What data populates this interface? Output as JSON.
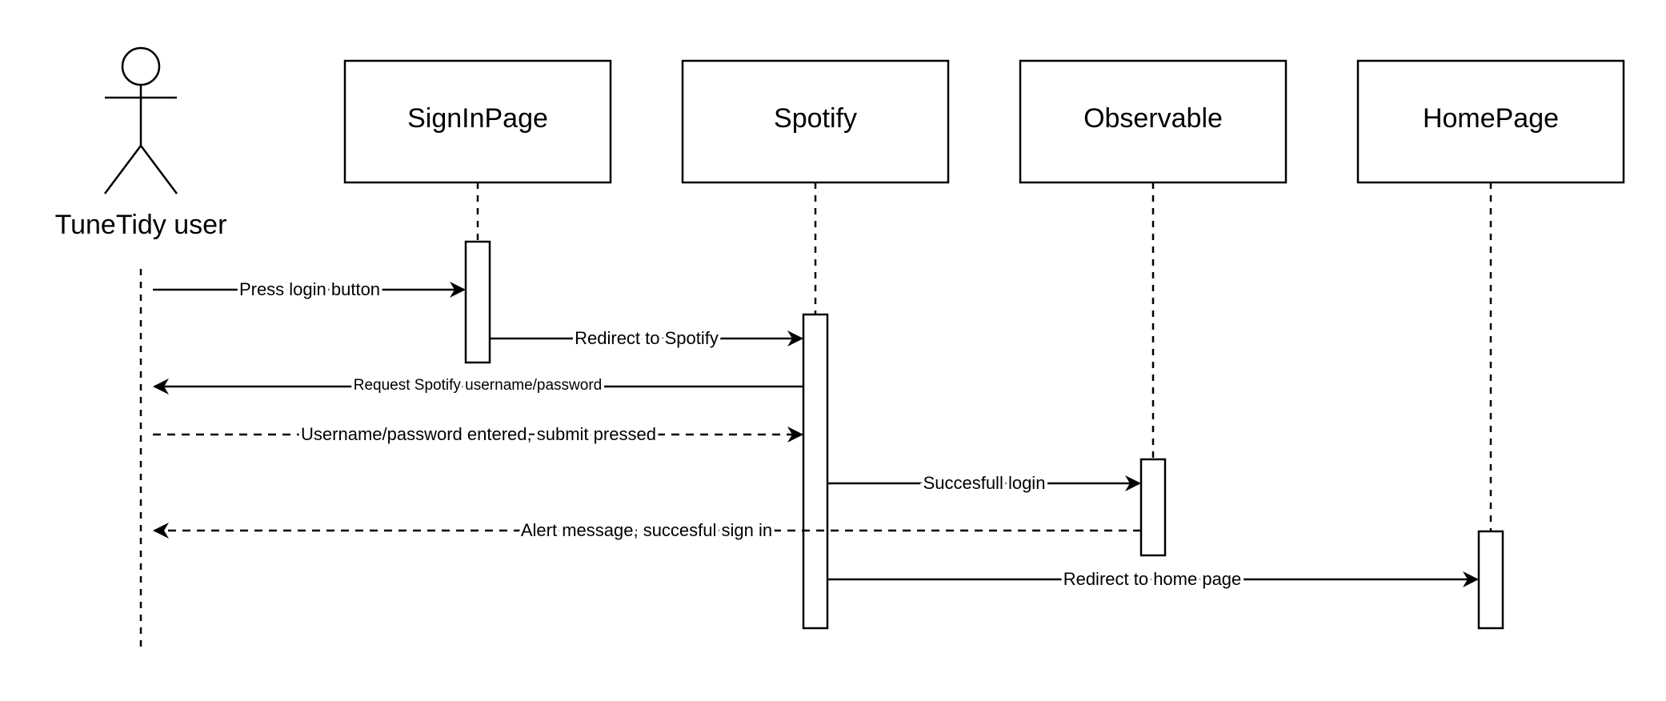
{
  "actor": {
    "label": "TuneTidy user"
  },
  "participants": [
    {
      "id": "signin",
      "label": "SignInPage"
    },
    {
      "id": "spotify",
      "label": "Spotify"
    },
    {
      "id": "observable",
      "label": "Observable"
    },
    {
      "id": "homepage",
      "label": "HomePage"
    }
  ],
  "messages": [
    {
      "id": "m1",
      "label": "Press login button",
      "from": "actor",
      "to": "signin",
      "style": "solid"
    },
    {
      "id": "m2",
      "label": "Redirect to Spotify",
      "from": "signin",
      "to": "spotify",
      "style": "solid"
    },
    {
      "id": "m3",
      "label": "Request Spotify username/password",
      "from": "spotify",
      "to": "actor",
      "style": "solid"
    },
    {
      "id": "m4",
      "label": "Username/password entered, submit pressed",
      "from": "actor",
      "to": "spotify",
      "style": "dashed"
    },
    {
      "id": "m5",
      "label": "Succesfull login",
      "from": "spotify",
      "to": "observable",
      "style": "solid"
    },
    {
      "id": "m6",
      "label": "Alert message, succesful sign in",
      "from": "observable",
      "to": "actor",
      "style": "dashed"
    },
    {
      "id": "m7",
      "label": "Redirect to home page",
      "from": "spotify",
      "to": "homepage",
      "style": "solid"
    }
  ],
  "colors": {
    "stroke": "#000000",
    "background": "#ffffff"
  }
}
